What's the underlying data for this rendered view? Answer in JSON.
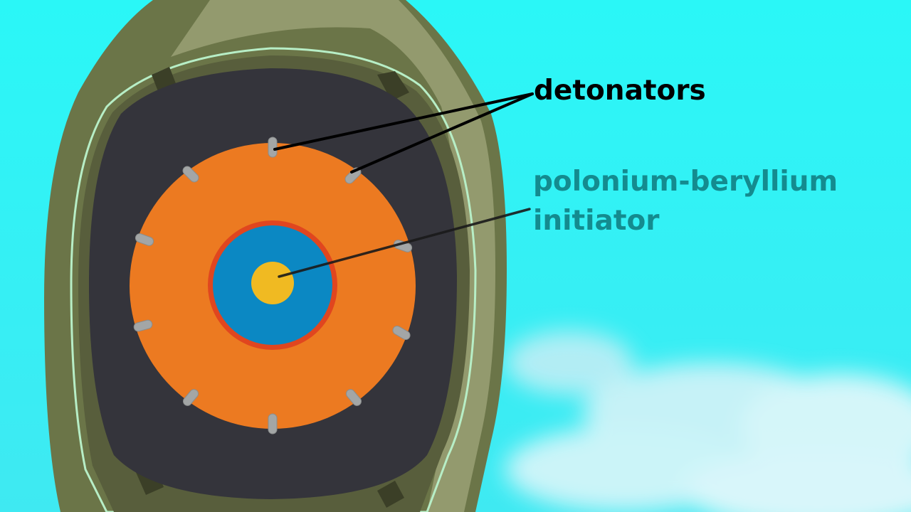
{
  "labels": {
    "detonators": "detonators",
    "initiator_line1": "polonium-beryllium",
    "initiator_line2": "initiator"
  },
  "colors": {
    "sky_top": "#2af7f7",
    "sky_bottom": "#3fe9f2",
    "cloud": "#d9f4f8",
    "casing_dark": "#6b7548",
    "casing_light": "#939a6e",
    "casing_inner_ring": "#585e3c",
    "casing_seam": "#b7eec6",
    "explosive_shell": "#34343b",
    "lens_orange": "#ec7a21",
    "tamper_ring": "#e0461f",
    "core_blue": "#0b88c3",
    "initiator_yellow": "#f0ba22",
    "detonator_grey": "#a3a6a6",
    "label_black": "#000000",
    "label_teal": "#148b8f"
  }
}
